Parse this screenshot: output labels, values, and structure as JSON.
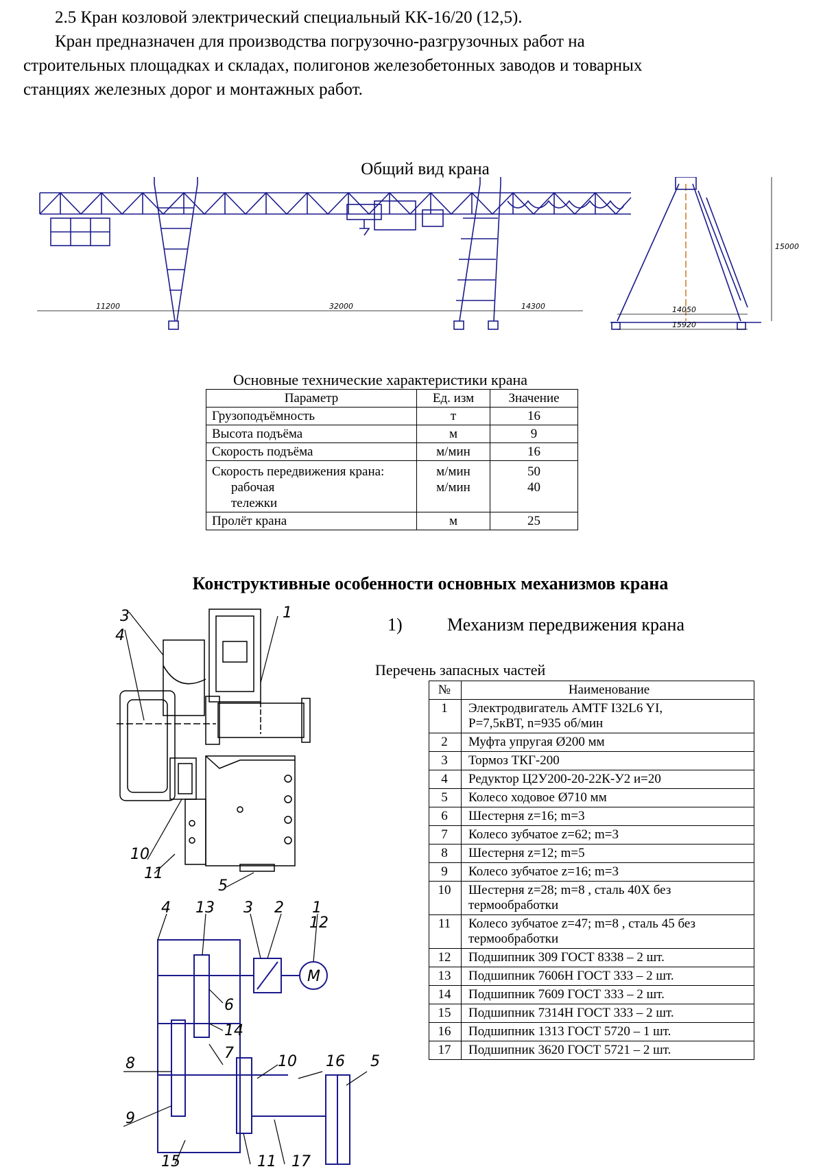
{
  "intro": {
    "heading": "2.5 Кран козловой электрический специальный КК-16/20 (12,5).",
    "para_line1": "Кран предназначен для производства погрузочно-разгрузочных работ на",
    "para_line2": "строительных площадках и складах, полигонов железобетонных заводов и товарных",
    "para_line3": "станциях железных дорог и монтажных работ."
  },
  "general_view": {
    "title": "Общий вид крана",
    "dims": {
      "d1": "11200",
      "d2": "32000",
      "d3": "14300",
      "side_w1": "14050",
      "side_w2": "15920",
      "side_h": "15000"
    }
  },
  "tech_table": {
    "caption": "Основные технические характеристики крана",
    "headers": [
      "Параметр",
      "Ед. изм",
      "Значение"
    ],
    "rows": [
      {
        "param": "Грузоподъёмность",
        "unit": "т",
        "value": "16"
      },
      {
        "param": "Высота подъёма",
        "unit": "м",
        "value": "9"
      },
      {
        "param": "Скорость подъёма",
        "unit": "м/мин",
        "value": "16"
      },
      {
        "param": "Скорость передвижения крана:",
        "unit": "",
        "value": ""
      },
      {
        "param": "рабочая",
        "unit": "м/мин",
        "value": "50"
      },
      {
        "param": "тележки",
        "unit": "м/мин",
        "value": "40"
      },
      {
        "param": "Пролёт крана",
        "unit": "м",
        "value": "25"
      }
    ]
  },
  "mechanisms": {
    "heading": "Конструктивные особенности основных механизмов крана",
    "item_number": "1)",
    "item_title": "Механизм передвижения крана",
    "parts_caption": "Перечень запасных частей"
  },
  "parts_table": {
    "headers": [
      "№",
      "Наименование"
    ],
    "rows": [
      {
        "n": "1",
        "l1": "Электродвигатель АМТF I32L6 YI,",
        "l2": "Р=7,5кВТ, n=935 об/мин"
      },
      {
        "n": "2",
        "l1": "Муфта упругая Ø200 мм",
        "l2": ""
      },
      {
        "n": "3",
        "l1": "Тормоз ТКГ-200",
        "l2": ""
      },
      {
        "n": "4",
        "l1": "Редуктор Ц2У200-20-22К-У2  и=20",
        "l2": ""
      },
      {
        "n": "5",
        "l1": "Колесо ходовое Ø710 мм",
        "l2": ""
      },
      {
        "n": "6",
        "l1": "Шестерня z=16; m=3",
        "l2": ""
      },
      {
        "n": "7",
        "l1": "Колесо зубчатое z=62; m=3",
        "l2": ""
      },
      {
        "n": "8",
        "l1": "Шестерня z=12; m=5",
        "l2": ""
      },
      {
        "n": "9",
        "l1": "Колесо зубчатое z=16; m=3",
        "l2": ""
      },
      {
        "n": "10",
        "l1": "Шестерня z=28; m=8 , сталь 40Х без",
        "l2": "термообработки"
      },
      {
        "n": "11",
        "l1": "Колесо зубчатое z=47; m=8 , сталь 45 без",
        "l2": "термообработки"
      },
      {
        "n": "12",
        "l1": "Подшипник  309 ГОСТ 8338 – 2 шт.",
        "l2": ""
      },
      {
        "n": "13",
        "l1": "Подшипник  7606Н ГОСТ 333 – 2 шт.",
        "l2": ""
      },
      {
        "n": "14",
        "l1": "Подшипник 7609  ГОСТ 333 – 2 шт.",
        "l2": ""
      },
      {
        "n": "15",
        "l1": "Подшипник  7314Н  ГОСТ 333 – 2 шт.",
        "l2": ""
      },
      {
        "n": "16",
        "l1": "Подшипник 1313 ГОСТ 5720 – 1 шт.",
        "l2": ""
      },
      {
        "n": "17",
        "l1": "Подшипник  3620  ГОСТ 5721 – 2 шт.",
        "l2": ""
      }
    ]
  },
  "drawing_labels": {
    "assembly": [
      "3",
      "4",
      "1",
      "10",
      "11",
      "5"
    ],
    "kinematic": [
      "4",
      "13",
      "3",
      "2",
      "1",
      "12",
      "М",
      "6",
      "14",
      "7",
      "8",
      "9",
      "10",
      "16",
      "5",
      "15",
      "11",
      "17"
    ]
  }
}
